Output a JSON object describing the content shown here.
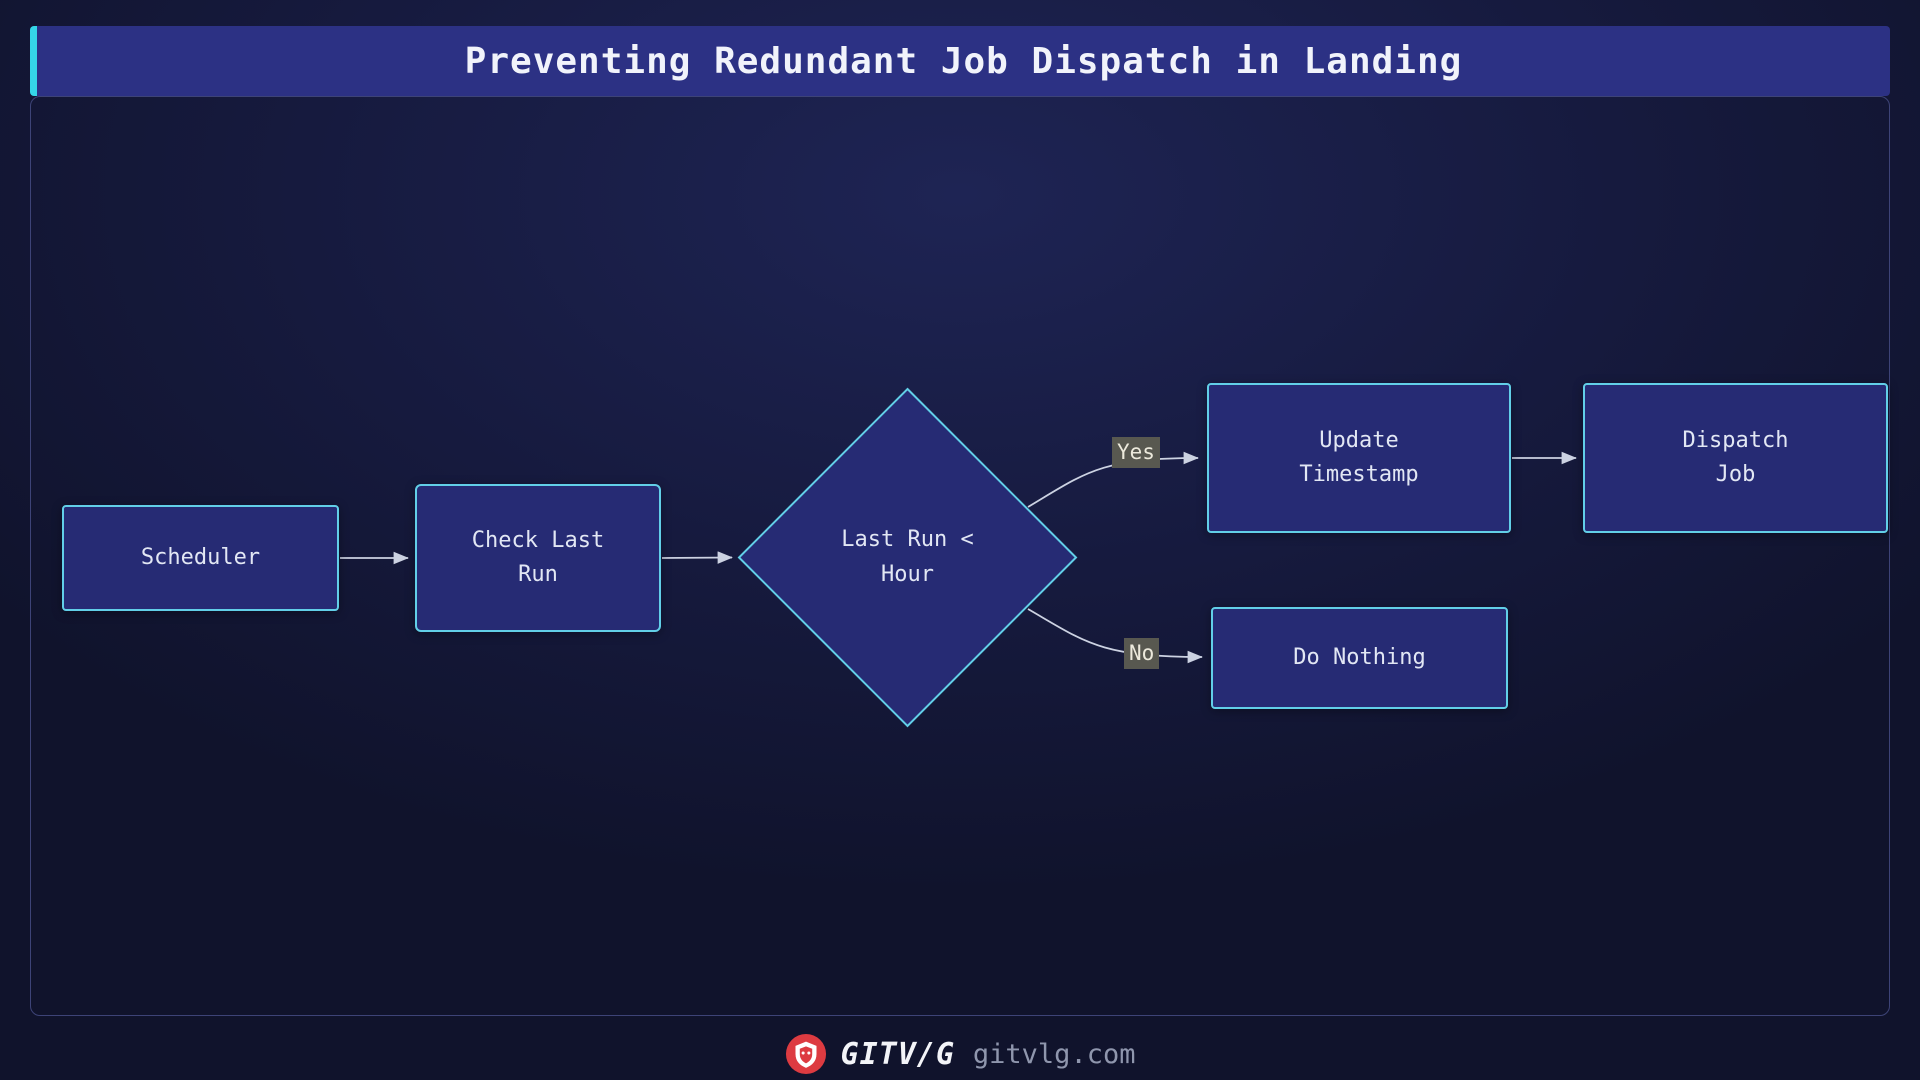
{
  "title": "Preventing Redundant Job Dispatch in Landing",
  "nodes": {
    "scheduler": "Scheduler",
    "check_last_run": "Check Last\nRun",
    "decision": "Last Run <\nHour",
    "update_timestamp": "Update\nTimestamp",
    "dispatch_job": "Dispatch\nJob",
    "do_nothing": "Do Nothing"
  },
  "edges": {
    "yes_label": "Yes",
    "no_label": "No"
  },
  "footer": {
    "brand": "GITV/G",
    "site": "gitvlg.com"
  },
  "colors": {
    "accent_cyan": "#35d6e8",
    "titlebar_bg": "#2c3184",
    "node_fill": "#262b74",
    "node_border": "#62cfe8",
    "edge_label_bg": "#585850",
    "arrow": "#ccd2e2",
    "brand_red": "#dd3b41"
  }
}
